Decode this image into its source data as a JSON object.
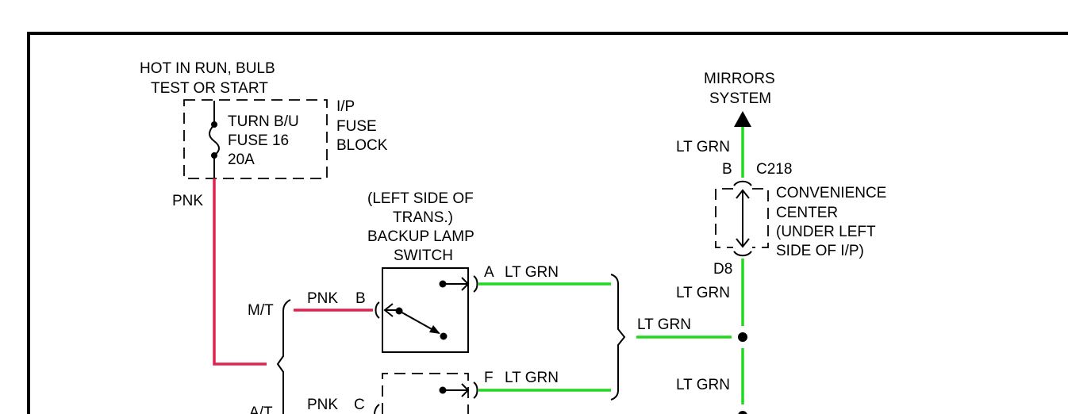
{
  "power": {
    "line1": "HOT IN RUN, BULB",
    "line2": "TEST OR START"
  },
  "fuse": {
    "line1": "TURN B/U",
    "line2": "FUSE 16",
    "line3": "20A"
  },
  "fuse_block": {
    "line1": "I/P",
    "line2": "FUSE",
    "line3": "BLOCK"
  },
  "switch": {
    "line1": "(LEFT SIDE OF",
    "line2": "TRANS.)",
    "line3": "BACKUP LAMP",
    "line4": "SWITCH"
  },
  "mirrors": {
    "line1": "MIRRORS",
    "line2": "SYSTEM"
  },
  "convenience": {
    "line1": "CONVENIENCE",
    "line2": "CENTER",
    "line3": "(UNDER LEFT",
    "line4": "SIDE OF I/P)"
  },
  "connector": "C218",
  "pins": {
    "b_top": "B",
    "d8": "D8",
    "a": "A",
    "b": "B",
    "c": "C",
    "f": "F"
  },
  "transmission": {
    "mt": "M/T",
    "at": "A/T"
  },
  "wires": {
    "pnk_main": "PNK",
    "pnk_b": "PNK",
    "pnk_c": "PNK",
    "lt_grn_a": "LT GRN",
    "lt_grn_f": "LT GRN",
    "lt_grn_splice": "LT GRN",
    "lt_grn_top": "LT GRN",
    "lt_grn_mid": "LT GRN",
    "lt_grn_low": "LT GRN"
  },
  "colors": {
    "pnk": "#e0224f",
    "lt_grn": "#22d81e"
  }
}
